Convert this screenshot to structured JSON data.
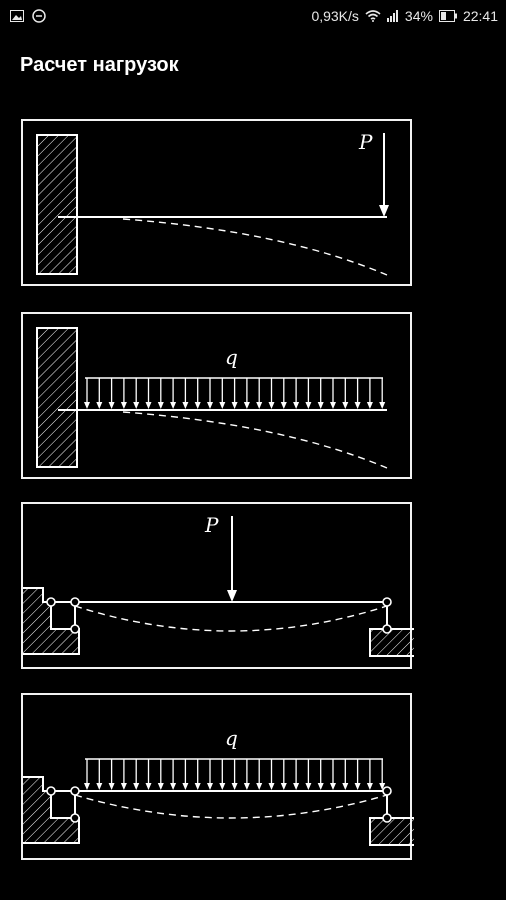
{
  "status_bar": {
    "network_speed": "0,93K/s",
    "battery": "34%",
    "time": "22:41",
    "icons": [
      "image-icon",
      "minus-circle-icon",
      "wifi-icon",
      "signal-icon",
      "battery-icon"
    ]
  },
  "page": {
    "title": "Расчет нагрузок"
  },
  "cards": [
    {
      "type": "cantilever-point-load",
      "label": "P"
    },
    {
      "type": "cantilever-distributed-load",
      "label": "q"
    },
    {
      "type": "simply-supported-point-load",
      "label": "P"
    },
    {
      "type": "simply-supported-distributed-load",
      "label": "q"
    }
  ],
  "colors": {
    "background": "#000000",
    "foreground": "#ffffff"
  }
}
